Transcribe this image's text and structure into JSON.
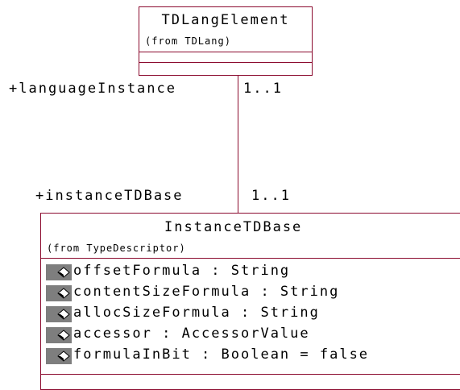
{
  "diagram": {
    "classes": [
      {
        "name": "TDLangElement",
        "from": "(from TDLang)"
      },
      {
        "name": "InstanceTDBase",
        "from": "(from TypeDescriptor)",
        "attributes": [
          "offsetFormula : String",
          "contentSizeFormula : String",
          "allocSizeFormula : String",
          "accessor : AccessorValue",
          "formulaInBit : Boolean = false"
        ]
      }
    ],
    "association": {
      "top_role": "+languageInstance",
      "top_multiplicity": "1..1",
      "bottom_role": "+instanceTDBase",
      "bottom_multiplicity": "1..1"
    },
    "colors": {
      "border": "#8b0a2e",
      "attribute_icon_bg": "#7e7e7e"
    },
    "icons": {
      "attribute": "attribute-icon"
    }
  }
}
